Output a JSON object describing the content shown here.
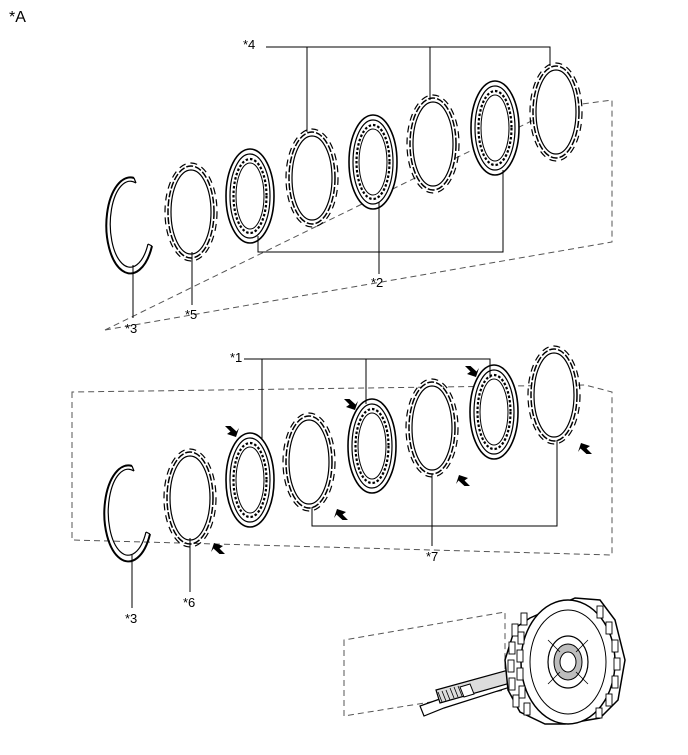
{
  "figure": {
    "view_label": "*A"
  },
  "callouts": {
    "c1": "*1",
    "c2": "*2",
    "c3_top": "*3",
    "c3_bottom": "*3",
    "c4": "*4",
    "c5": "*5",
    "c6": "*6",
    "c7": "*7"
  },
  "colors": {
    "line": "#000000",
    "plate_fill": "#ffffff",
    "shaft_shade": "#bdbdbd"
  },
  "icons": [
    "snap-ring-icon",
    "flange-plate-icon",
    "disc-icon",
    "plate-icon",
    "arrow-icon",
    "clutch-drum-shaft-icon"
  ]
}
